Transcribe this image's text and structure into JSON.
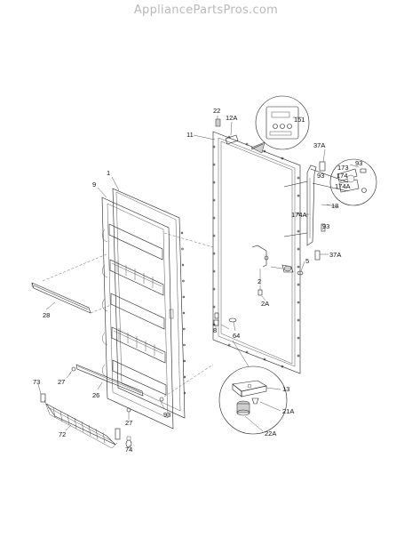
{
  "watermark": "AppliancePartsPros.com",
  "callouts": {
    "c1": "1",
    "c9": "9",
    "c11": "11",
    "c22": "22",
    "c12a": "12A",
    "c151": "151",
    "c37a_top": "37A",
    "c93_a": "93",
    "c173": "173",
    "c174": "174",
    "c174a": "174A",
    "c93_b": "93",
    "c174a_b": "174A",
    "c18": "18",
    "c93_c": "93",
    "c37a_b": "37A",
    "c5": "5",
    "c2": "2",
    "c2a": "2A",
    "c8": "8",
    "c64": "64",
    "c28": "28",
    "c73": "73",
    "c27_a": "27",
    "c26": "26",
    "c27_b": "27",
    "c93_d": "93",
    "c72": "72",
    "c74": "74",
    "c13": "13",
    "c21a": "21A",
    "c22a": "22A"
  }
}
